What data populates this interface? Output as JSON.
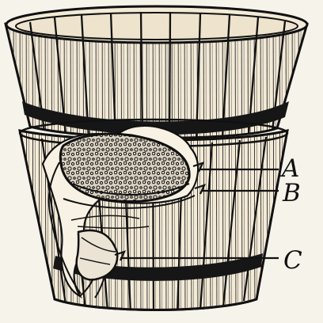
{
  "labels": {
    "a": "A",
    "b": "B",
    "c": "C"
  },
  "colors": {
    "background": "#f6f3ea",
    "ink": "#111111",
    "wood": "#f3ead7",
    "mass": "#d9d1c1"
  }
}
